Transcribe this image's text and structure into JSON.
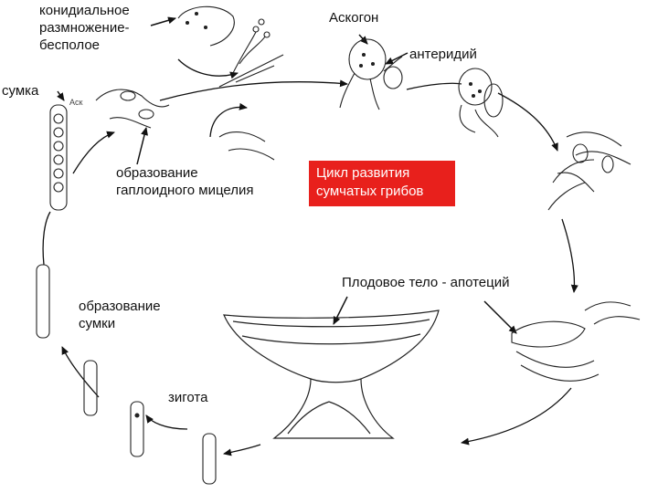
{
  "labels": {
    "conidial": "конидиальное\nразмножение-\nбесполое",
    "ascogon": "Аскогон",
    "antheridium": "антеридий",
    "ascus": "сумка",
    "haploid_mycelium": "образование\nгаплоидного мицелия",
    "fruit_body": "Плодовое тело - апотеций",
    "ascus_formation": "образование\nсумки",
    "zygote": "зигота"
  },
  "title_box": {
    "text": "Цикл развития\nсумчатых грибов",
    "color": "#e8201c"
  },
  "tiny_label": "Аск"
}
